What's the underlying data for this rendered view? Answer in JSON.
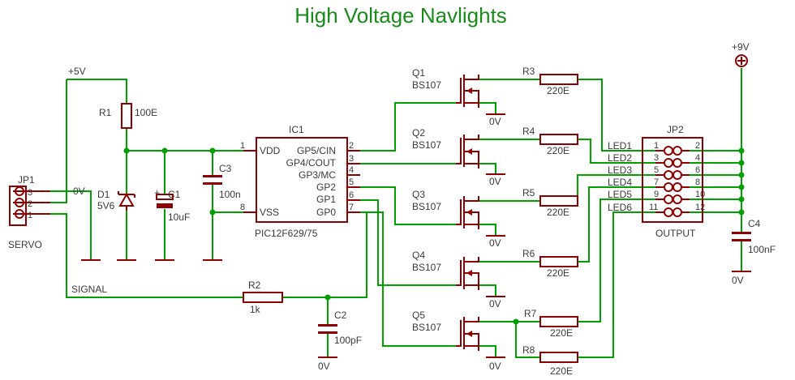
{
  "title": "High Voltage Navlights",
  "nets": {
    "v5": "+5V",
    "v9": "+9V",
    "gnd": "0V",
    "signal": "SIGNAL"
  },
  "jp1": {
    "name": "JP1",
    "label": "SERVO",
    "pins": [
      "3",
      "2",
      "1"
    ]
  },
  "r1": {
    "name": "R1",
    "value": "100E"
  },
  "d1": {
    "name": "D1",
    "value": "5V6"
  },
  "c1": {
    "name": "C1",
    "value": "10uF",
    "polarity": "+"
  },
  "c3": {
    "name": "C3",
    "value": "100n"
  },
  "r2": {
    "name": "R2",
    "value": "1k"
  },
  "c2": {
    "name": "C2",
    "value": "100pF"
  },
  "c4": {
    "name": "C4",
    "value": "100nF"
  },
  "ic1": {
    "name": "IC1",
    "part": "PIC12F629/75",
    "left_pins": [
      {
        "num": "1",
        "name": "VDD"
      },
      {
        "num": "8",
        "name": "VSS"
      }
    ],
    "right_pins": [
      {
        "num": "2",
        "name": "GP5/CIN"
      },
      {
        "num": "3",
        "name": "GP4/COUT"
      },
      {
        "num": "4",
        "name": "GP3/MC"
      },
      {
        "num": "5",
        "name": "GP2"
      },
      {
        "num": "6",
        "name": "GP1"
      },
      {
        "num": "7",
        "name": "GP0"
      }
    ]
  },
  "transistors": [
    {
      "name": "Q1",
      "type": "BS107"
    },
    {
      "name": "Q2",
      "type": "BS107"
    },
    {
      "name": "Q3",
      "type": "BS107"
    },
    {
      "name": "Q4",
      "type": "BS107"
    },
    {
      "name": "Q5",
      "type": "BS107"
    }
  ],
  "resistors": [
    {
      "name": "R3",
      "value": "220E"
    },
    {
      "name": "R4",
      "value": "220E"
    },
    {
      "name": "R5",
      "value": "220E"
    },
    {
      "name": "R6",
      "value": "220E"
    },
    {
      "name": "R7",
      "value": "220E"
    },
    {
      "name": "R8",
      "value": "220E"
    }
  ],
  "jp2": {
    "name": "JP2",
    "label": "OUTPUT",
    "left_pins": [
      "1",
      "3",
      "5",
      "7",
      "9",
      "11"
    ],
    "right_pins": [
      "2",
      "4",
      "6",
      "8",
      "10",
      "12"
    ],
    "leds": [
      "LED1",
      "LED2",
      "LED3",
      "LED4",
      "LED5",
      "LED6"
    ]
  }
}
